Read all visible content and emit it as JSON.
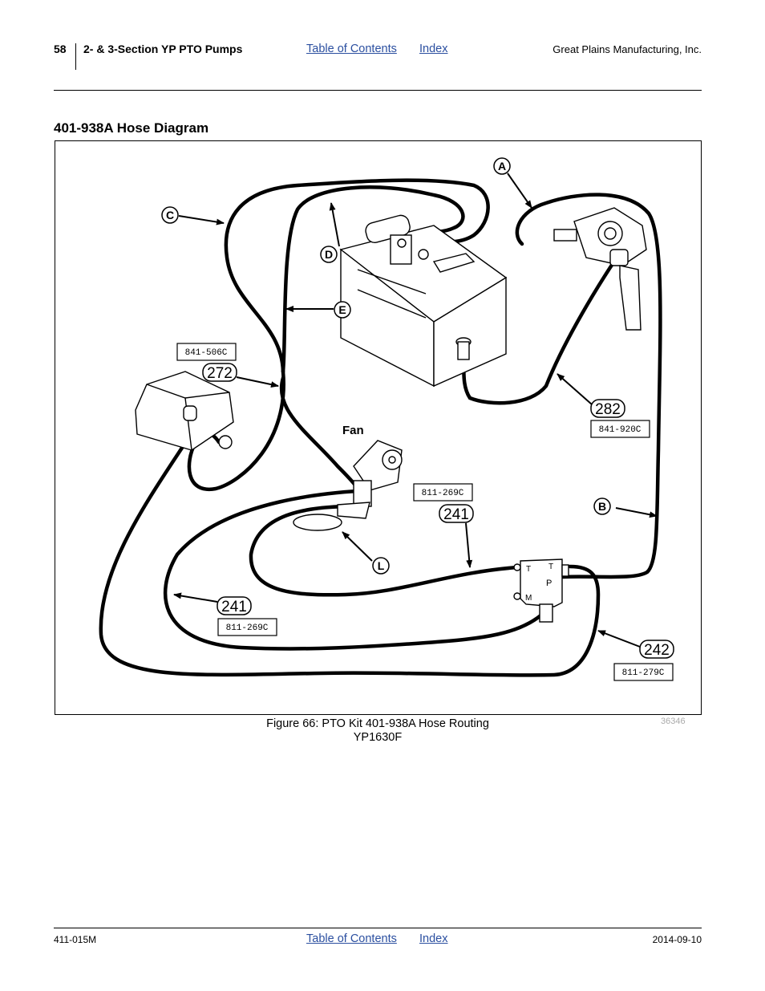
{
  "header": {
    "page_number": "58",
    "section_title": "2- & 3-Section YP PTO Pumps",
    "toc_link": "Table of Contents",
    "index_link": "Index",
    "company": "Great Plains Manufacturing, Inc."
  },
  "section": {
    "title": "401-938A Hose Diagram"
  },
  "diagram": {
    "callout_letters": [
      "A",
      "B",
      "C",
      "D",
      "E",
      "L"
    ],
    "part_numbers": {
      "p272": "841-506C",
      "p282": "841-920C",
      "p241_upper": "811-269C",
      "p241_lower": "811-269C",
      "p242": "811-279C"
    },
    "item_numbers": {
      "i272": "272",
      "i282": "282",
      "i241_upper": "241",
      "i241_lower": "241",
      "i242": "242"
    },
    "fan_label": "Fan",
    "valve_ports": {
      "t1": "T",
      "t2": "T",
      "p": "P",
      "m": "M"
    }
  },
  "figure": {
    "caption_line1": "Figure 66: PTO Kit 401-938A Hose Routing",
    "caption_line2": "YP1630F",
    "image_id": "36346"
  },
  "footer": {
    "doc_number": "411-015M",
    "toc_link": "Table of Contents",
    "index_link": "Index",
    "date": "2014-09-10"
  }
}
